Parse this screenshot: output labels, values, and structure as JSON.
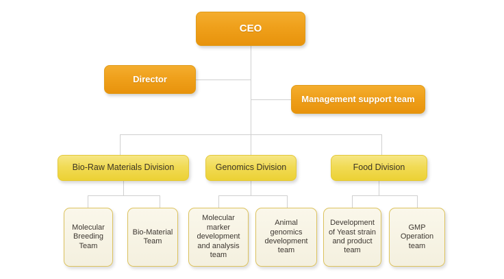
{
  "chart": {
    "type": "org-chart",
    "background_color": "#ffffff",
    "connector_color": "#cfcfcf",
    "palette": {
      "tier1_orange_top": "#f4ad2e",
      "tier1_orange_bottom": "#e8930c",
      "tier3_yellow_top": "#f6e684",
      "tier3_yellow_bottom": "#ecd134",
      "tier4_cream": "#f4f0df",
      "tier4_border": "#dcc25d"
    }
  },
  "nodes": {
    "ceo": {
      "label": "CEO"
    },
    "director": {
      "label": "Director"
    },
    "management_support": {
      "label": "Management support team"
    },
    "divisions": [
      {
        "label": "Bio-Raw Materials Division"
      },
      {
        "label": "Genomics Division"
      },
      {
        "label": "Food Division"
      }
    ],
    "teams": [
      {
        "label": "Molecular Breeding Team"
      },
      {
        "label": "Bio-Material Team"
      },
      {
        "label": "Molecular marker development and analysis team"
      },
      {
        "label": "Animal genomics development team"
      },
      {
        "label": "Development of Yeast strain and product team"
      },
      {
        "label": "GMP Operation team"
      }
    ]
  }
}
